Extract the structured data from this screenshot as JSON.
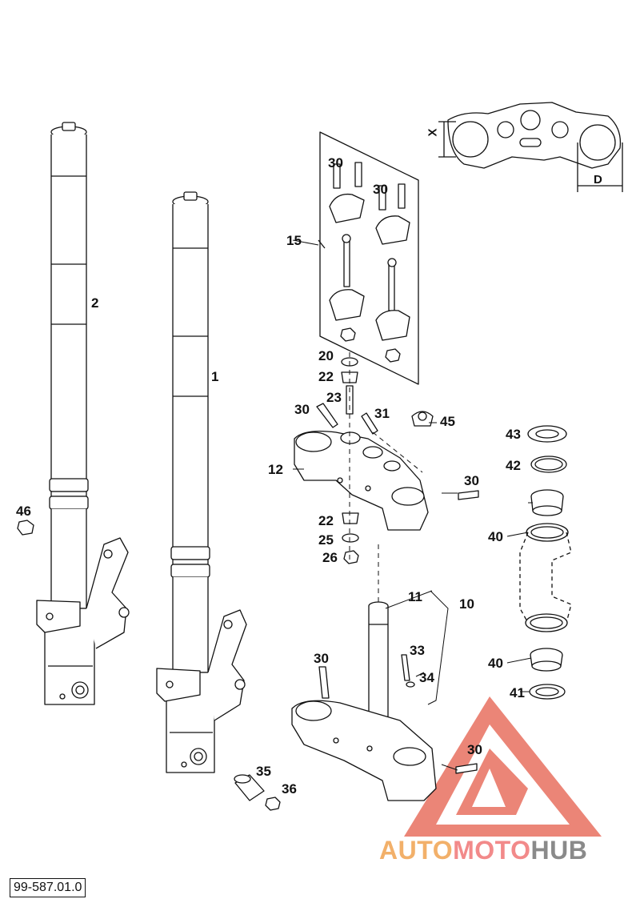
{
  "diagram": {
    "callouts": [
      {
        "key": "c2",
        "text": "2"
      },
      {
        "key": "c1",
        "text": "1"
      },
      {
        "key": "c46",
        "text": "46"
      },
      {
        "key": "c15",
        "text": "15"
      },
      {
        "key": "c30a",
        "text": "30"
      },
      {
        "key": "c30b",
        "text": "30"
      },
      {
        "key": "c20",
        "text": "20"
      },
      {
        "key": "c22a",
        "text": "22"
      },
      {
        "key": "c23",
        "text": "23"
      },
      {
        "key": "c30c",
        "text": "30"
      },
      {
        "key": "c31",
        "text": "31"
      },
      {
        "key": "c45",
        "text": "45"
      },
      {
        "key": "c12",
        "text": "12"
      },
      {
        "key": "c30d",
        "text": "30"
      },
      {
        "key": "c22b",
        "text": "22"
      },
      {
        "key": "c25",
        "text": "25"
      },
      {
        "key": "c26",
        "text": "26"
      },
      {
        "key": "c43",
        "text": "43"
      },
      {
        "key": "c42",
        "text": "42"
      },
      {
        "key": "c40a",
        "text": "40"
      },
      {
        "key": "c11",
        "text": "11"
      },
      {
        "key": "c10",
        "text": "10"
      },
      {
        "key": "c33",
        "text": "33"
      },
      {
        "key": "c34",
        "text": "34"
      },
      {
        "key": "c30e",
        "text": "30"
      },
      {
        "key": "c40b",
        "text": "40"
      },
      {
        "key": "c41",
        "text": "41"
      },
      {
        "key": "c30f",
        "text": "30"
      },
      {
        "key": "c35",
        "text": "35"
      },
      {
        "key": "c36",
        "text": "36"
      }
    ],
    "dimension_labels": {
      "x": "X",
      "d": "D"
    },
    "document_number": "99-587.01.0"
  },
  "watermark": {
    "part1": "AUTO",
    "part2": "MOTO",
    "part3": "HUB"
  },
  "colors": {
    "line": "#111111",
    "watermark_red": "#e8705f",
    "watermark_orange": "#f2b06a",
    "watermark_grey": "#8a8a8a"
  }
}
